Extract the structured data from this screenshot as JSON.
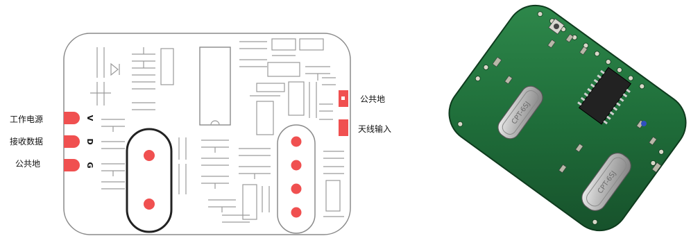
{
  "labels_left": [
    "工作电源",
    "接收数据",
    "公共地"
  ],
  "pin_letters": [
    "V",
    "D",
    "G"
  ],
  "labels_right": [
    "公共地",
    "天线输入"
  ],
  "colors": {
    "pad": "#f05050",
    "outline": "#8a8a8a",
    "pcb": "#1f6e3a",
    "crystal": "#c8c8c8"
  },
  "crystal_markings": [
    "CPT-6SJ",
    "CPT-6SJ"
  ]
}
